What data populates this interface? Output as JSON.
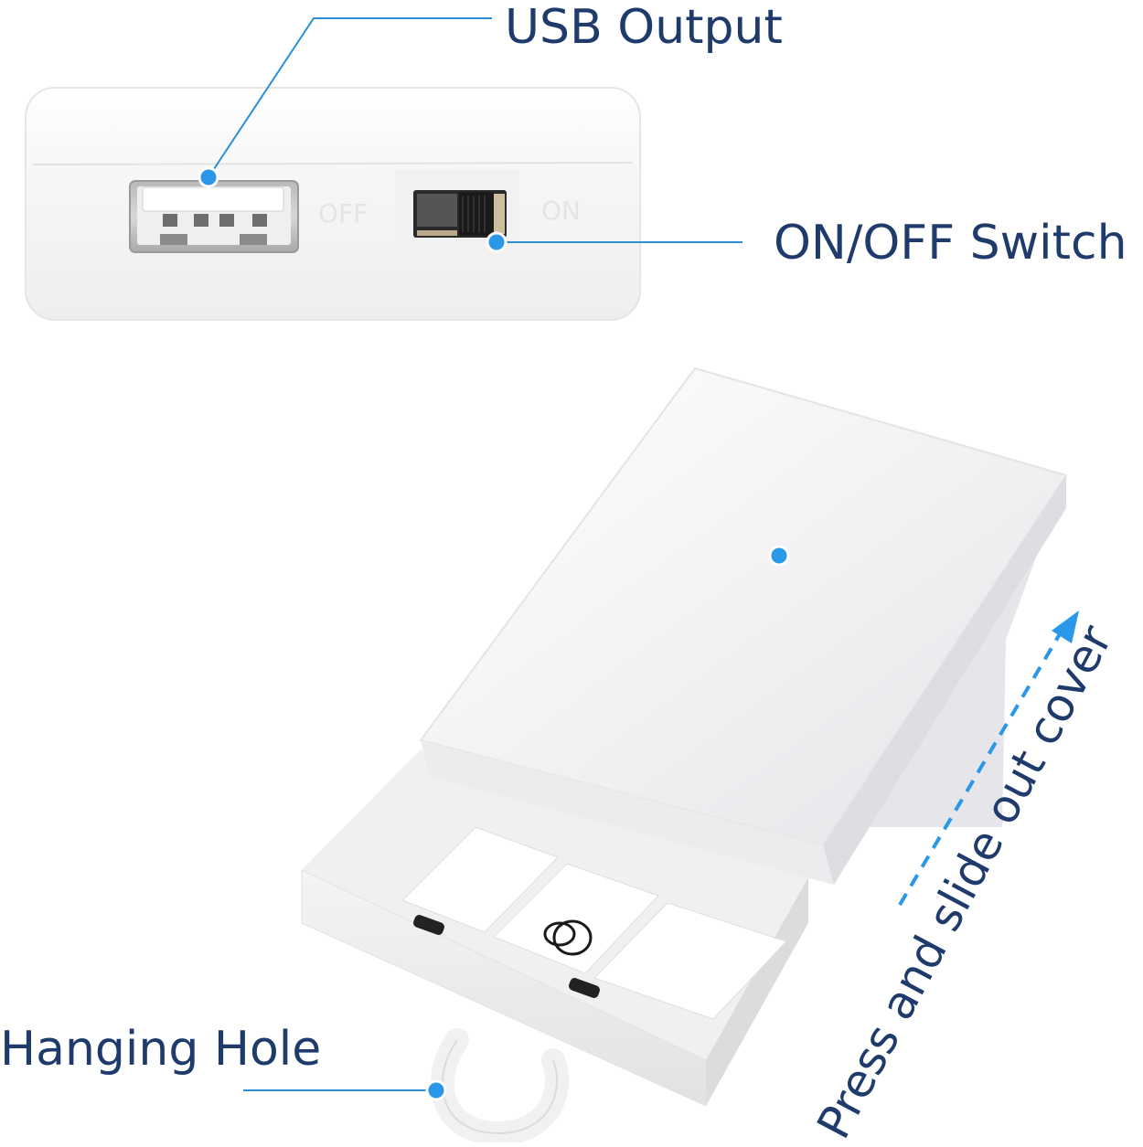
{
  "labels": {
    "usb_output": "USB Output",
    "on_off_switch": "ON/OFF Switch",
    "hanging_hole": "Hanging Hole",
    "slide_cover": "Press and slide out cover"
  },
  "device": {
    "off_mark": "OFF",
    "on_mark": "ON"
  },
  "colors": {
    "callout_line": "#2c8fd6",
    "callout_dot": "#2a97e8",
    "label_text": "#1f3b6b",
    "device_body": "#f6f6f6"
  },
  "icons": {
    "callout": "dot-with-leader-line",
    "direction": "dashed-arrow-up"
  }
}
